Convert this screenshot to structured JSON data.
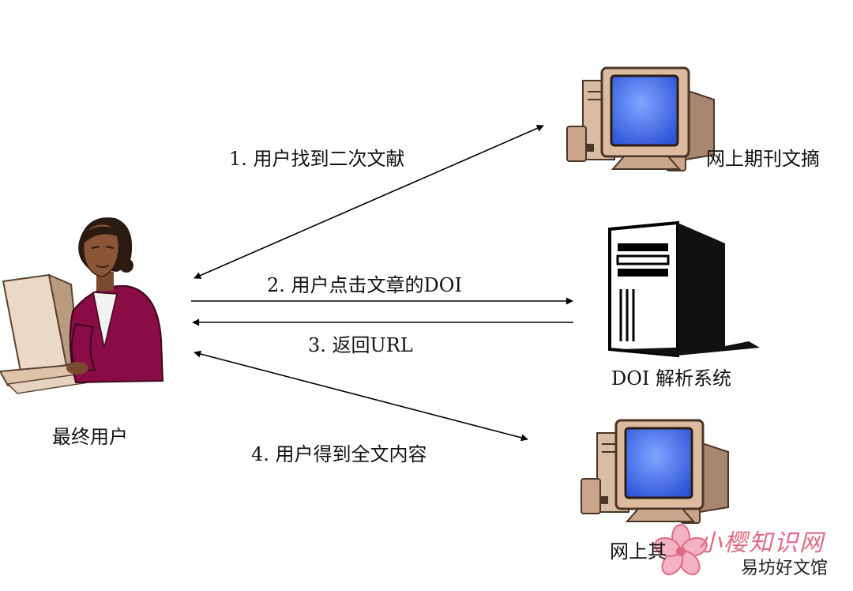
{
  "nodes": {
    "end_user": "最终用户",
    "abstract_top": "网上期刊文摘",
    "doi_system": "DOI 解析系统",
    "abstract_bottom": "网上其"
  },
  "steps": {
    "s1": "1. 用户找到二次文献",
    "s2": "2. 用户点击文章的DOI",
    "s3": "3. 返回URL",
    "s4": "4. 用户得到全文内容"
  },
  "watermark": {
    "brand": "小樱知识网",
    "sub": "易坊好文馆"
  },
  "colors": {
    "screen_blue": "#3f6ff0",
    "monitor_beige": "#d9b79c",
    "jacket_magenta": "#8a0c45",
    "watermark_pink": "#e06a86"
  }
}
